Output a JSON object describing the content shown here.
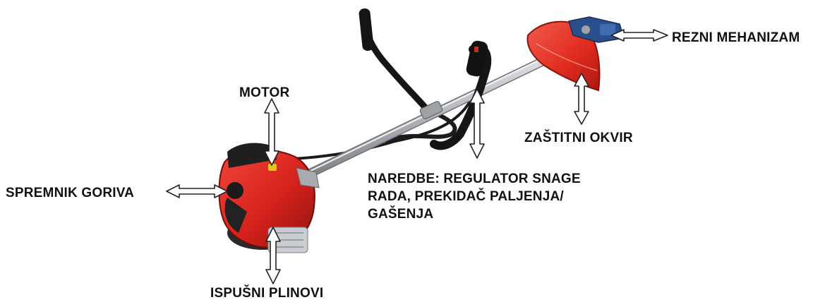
{
  "labels": {
    "motor": "MOTOR",
    "fuel_tank": "SPREMNIK GORIVA",
    "exhaust": "ISPUŠNI PLINOVI",
    "controls": "NAREDBE: REGULATOR SNAGE\nRADA, PREKIDAČ PALJENJA/\nGAŠENJA",
    "guard": "ZAŠTITNI OKVIR",
    "cutting_mechanism": "REZNI MEHANIZAM"
  },
  "colors": {
    "engine_red": "#d6221c",
    "guard_red": "#e02a1e",
    "shaft_gray": "#b9bcc0",
    "handle_black": "#151515",
    "head_blue": "#2b4f8c",
    "exhaust_silver": "#c9ccd0",
    "label_text": "#111111",
    "arrow_fill": "#ffffff",
    "arrow_stroke": "#222222"
  }
}
